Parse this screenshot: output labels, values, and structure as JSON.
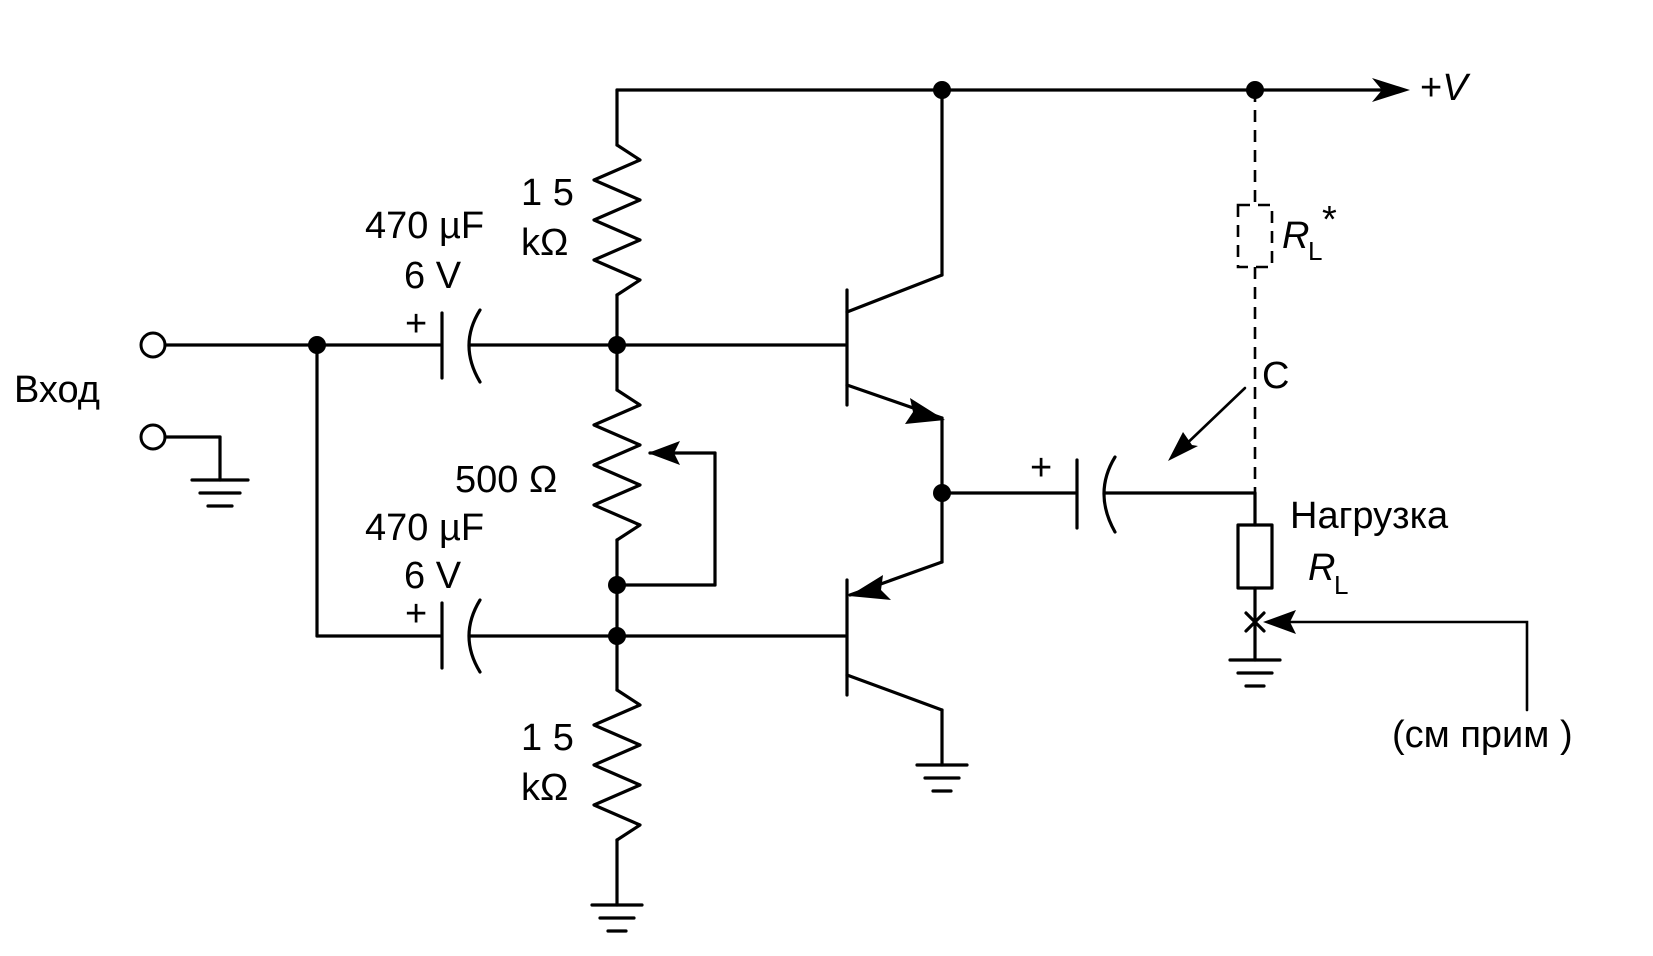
{
  "labels": {
    "vplus": "+V",
    "vplus_v": "V",
    "input": "Вход",
    "r_top_value": "1 5",
    "r_top_unit": "kΩ",
    "c_in_value": "470 µF",
    "c_in_voltage": "6 V",
    "pot_value": "500 Ω",
    "c_bot_value": "470 µF",
    "c_bot_voltage": "6 V",
    "r_bot_value": "1 5",
    "r_bot_unit": "kΩ",
    "rl_opt_symbol": "R",
    "rl_opt_subscript": "L",
    "rl_opt_star": "*",
    "c_label": "C",
    "load_label": "Нагрузка",
    "rl_symbol": "R",
    "rl_subscript": "L",
    "note": "(см  прим )",
    "plus": "+"
  }
}
